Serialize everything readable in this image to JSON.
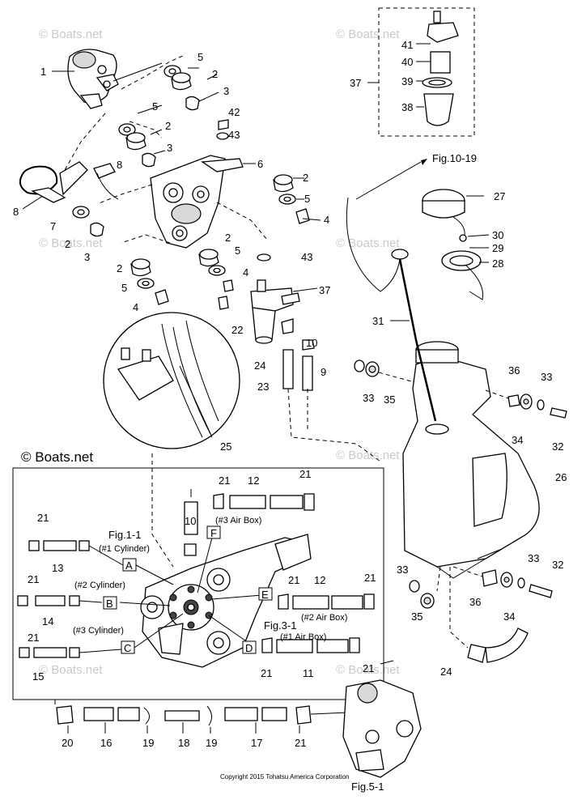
{
  "watermark": "© Boats.net",
  "copyright": "Copyright 2015 Tohatsu America Corporation",
  "inset_label": "© Boats.net",
  "refs": {
    "fig_10_19": "Fig.10-19",
    "fig_1_1": "Fig.1-1",
    "fig_3_1": "Fig.3-1",
    "fig_5_1": "Fig.5-1"
  },
  "notes": {
    "cyl1": "(#1 Cylinder)",
    "cyl2": "(#2 Cylinder)",
    "cyl3": "(#3 Cylinder)",
    "air3": "(#3 Air Box)",
    "air2": "(#2 Air Box)",
    "air1": "(#1 Air Box)"
  },
  "letters": [
    "A",
    "B",
    "C",
    "D",
    "E",
    "F"
  ],
  "callouts": {
    "c1": "1",
    "c2": "2",
    "c3": "3",
    "c4": "4",
    "c5": "5",
    "c6": "6",
    "c7": "7",
    "c8": "8",
    "c9": "9",
    "c10": "10",
    "c11": "11",
    "c12": "12",
    "c13": "13",
    "c14": "14",
    "c15": "15",
    "c16": "16",
    "c17": "17",
    "c18": "18",
    "c19": "19",
    "c20": "20",
    "c21": "21",
    "c22": "22",
    "c23": "23",
    "c24": "24",
    "c25": "25",
    "c26": "26",
    "c27": "27",
    "c28": "28",
    "c29": "29",
    "c30": "30",
    "c31": "31",
    "c32": "32",
    "c33": "33",
    "c34": "34",
    "c35": "35",
    "c36": "36",
    "c37": "37",
    "c38": "38",
    "c39": "39",
    "c40": "40",
    "c41": "41",
    "c42": "42",
    "c43": "43"
  }
}
